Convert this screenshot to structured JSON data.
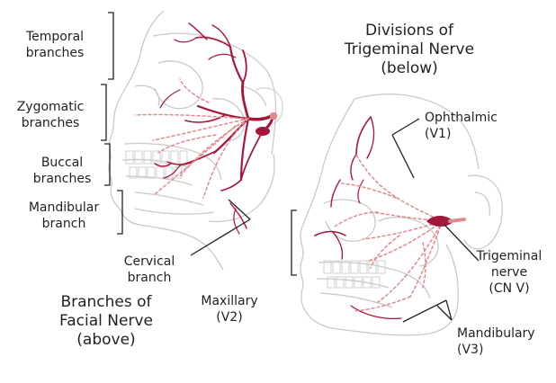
{
  "facial_branch_labels": {
    "temporal": [
      "Temporal",
      "branches"
    ],
    "zygomatic": [
      "Zygomatic",
      "branches"
    ],
    "buccal": [
      "Buccal",
      "branches"
    ],
    "mandibular": [
      "Mandibular",
      "branch"
    ],
    "cervical": [
      "Cervical",
      "branch"
    ]
  },
  "facial_title": [
    "Branches of",
    "Facial Nerve",
    "(above)"
  ],
  "trigeminal_title": [
    "Divisions of",
    "Trigeminal Nerve",
    "(below)"
  ],
  "trigeminal_labels": {
    "ophthalmic": [
      "Ophthalmic",
      "(V1)"
    ],
    "maxillary": [
      "Maxillary",
      "(V2)"
    ],
    "mandibulary": [
      "Mandibulary",
      "(V3)"
    ],
    "trigeminal": [
      "Trigeminal",
      "nerve",
      "(CN V)"
    ]
  },
  "colors": {
    "nerve": "#a3173a",
    "nerve_light": "#e08a8e",
    "outline": "#c8c8c8",
    "text": "#231f20"
  }
}
